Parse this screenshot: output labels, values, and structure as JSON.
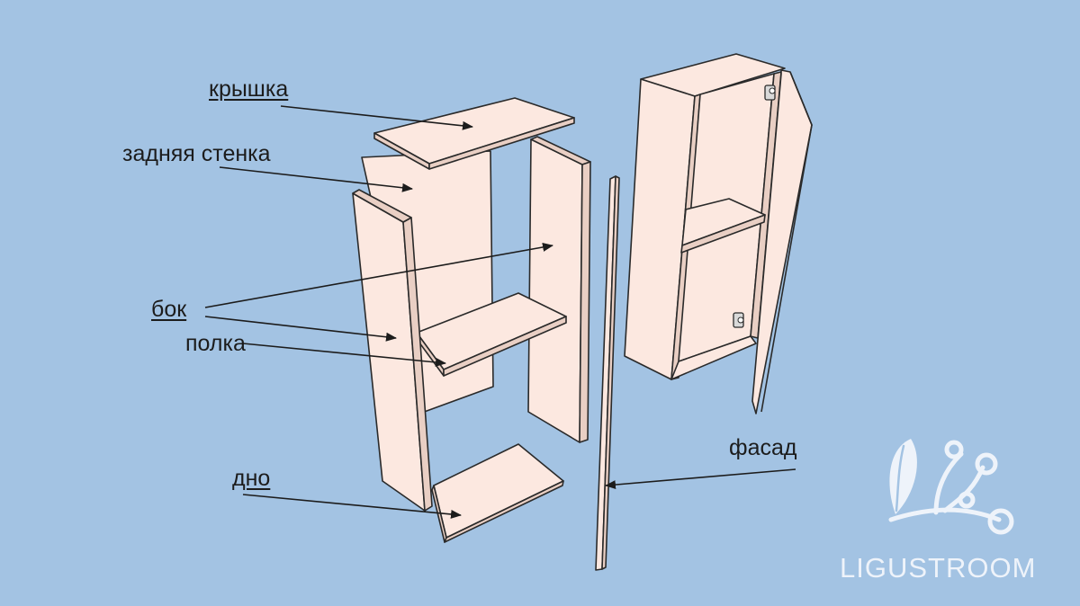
{
  "labels": {
    "lid": "крышка",
    "back_wall": "задняя стенка",
    "side": "бок",
    "shelf": "полка",
    "bottom": "дно",
    "facade": "фасад"
  },
  "brand": {
    "name": "LIGUSTROOM",
    "logo_icon": "ligustrum-branch-icon",
    "logo_color": "#eef3fa"
  },
  "colors": {
    "background": "#a3c3e3",
    "panel_face": "#fce8e0",
    "panel_edge": "#e9cfc4",
    "outline": "#2a2a2a"
  }
}
